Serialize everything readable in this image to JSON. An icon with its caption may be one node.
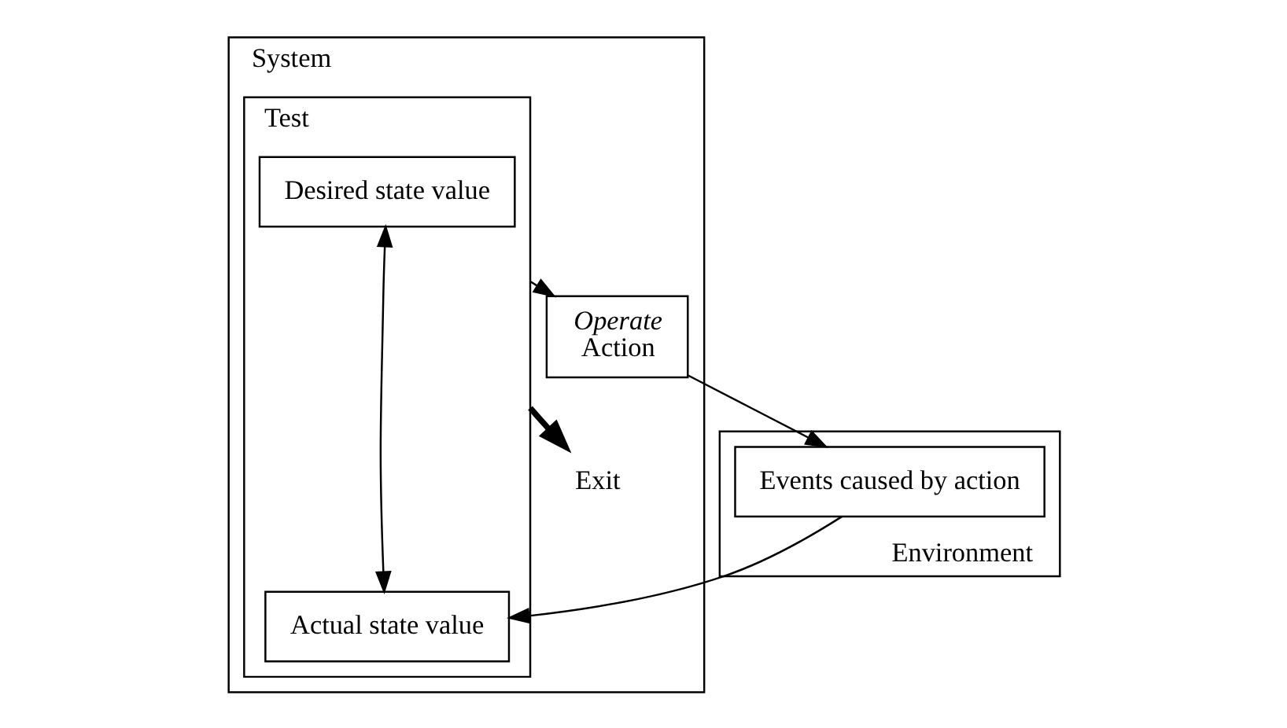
{
  "diagram": {
    "nodes": [
      {
        "text": [
          "System"
        ]
      },
      {
        "text": [
          "Test"
        ],
        "in": 0
      },
      {
        "text": [
          "Desired state value"
        ],
        "in": 1
      },
      {
        "text": [
          "Actual state value"
        ],
        "in": 1
      },
      {
        "text": [
          "Exit"
        ],
        "in": 0
      },
      {
        "text": [
          "Operate",
          "Action"
        ],
        "in": 0
      },
      {
        "text": [
          "Environment"
        ]
      },
      {
        "text": [
          "Events caused by action"
        ],
        "in": 6
      }
    ],
    "edges": [
      {
        "from": 2,
        "to": 3,
        "arrow": "both"
      },
      {
        "from": 1,
        "to": 4,
        "arrow": "to",
        "style": "thick"
      },
      {
        "from": 1,
        "to": 5,
        "arrow": "to",
        "style": "dashed"
      },
      {
        "from": 5,
        "to": 7,
        "arrow": "to"
      },
      {
        "from": 7,
        "to": 3,
        "arrow": "to"
      }
    ]
  }
}
